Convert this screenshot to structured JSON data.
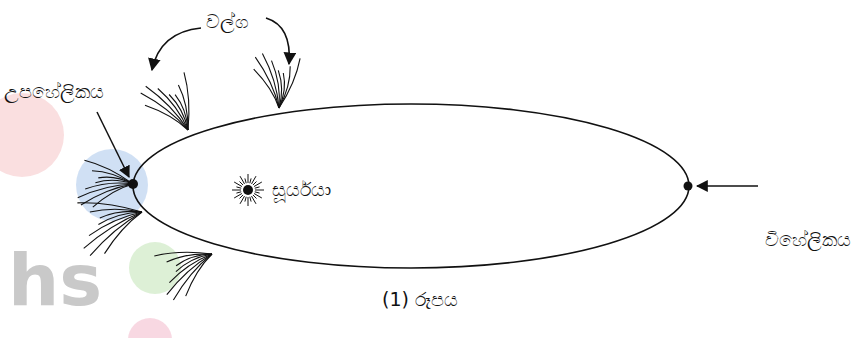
{
  "diagram": {
    "caption": "(1) රූපය",
    "labels": [
      "වල්ග",
      "උපහේලිකය",
      "සූර්යයා",
      "විහේලිකය",
      "hs"
    ]
  }
}
